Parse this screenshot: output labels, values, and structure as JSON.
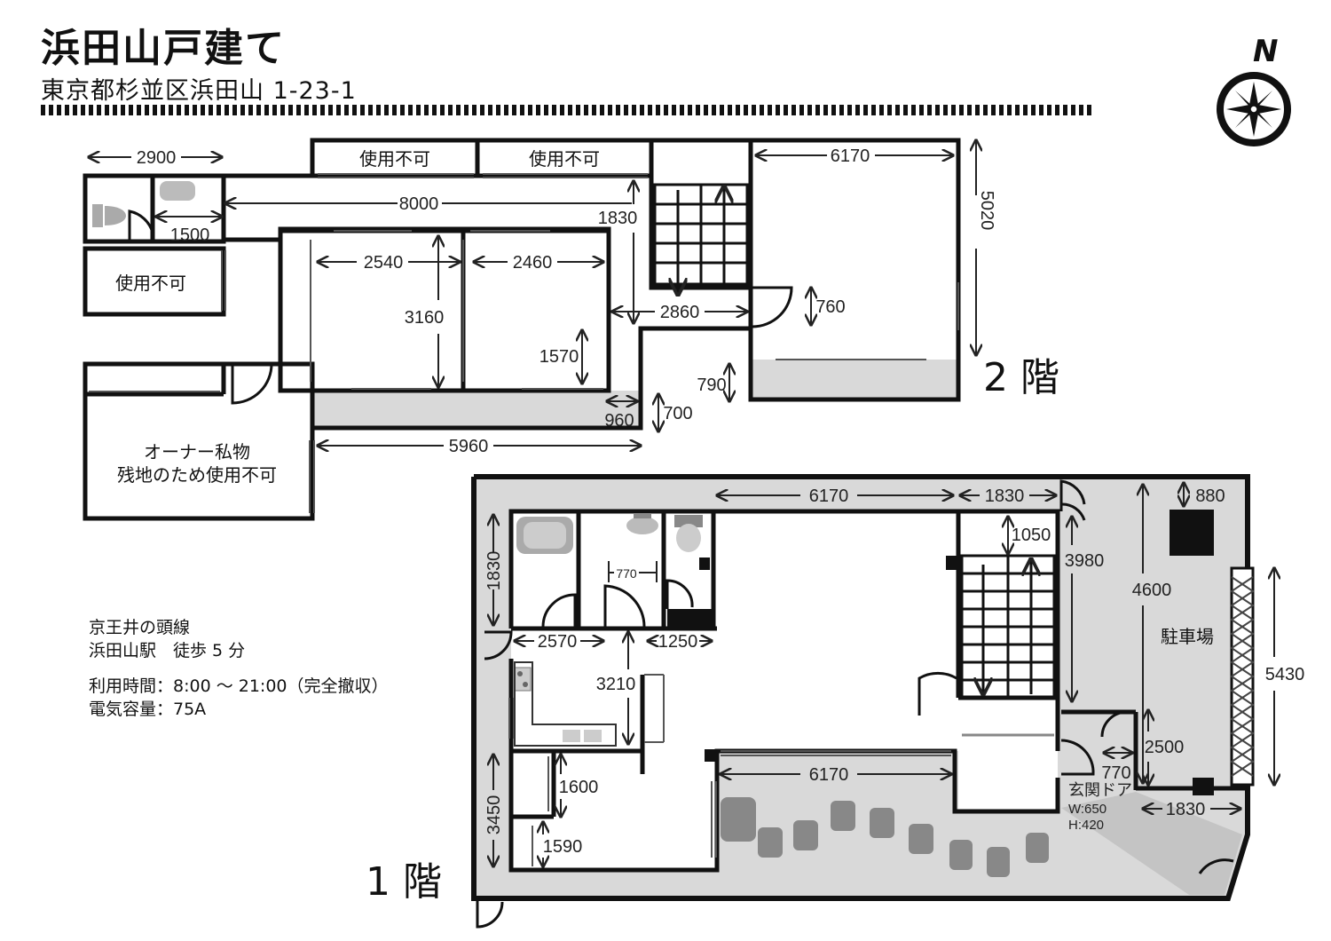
{
  "header": {
    "title": "浜田山戸建て",
    "address": "東京都杉並区浜田山 1-23-1",
    "compass_label": "N"
  },
  "floors": {
    "upper_label": "2 階",
    "lower_label": "1 階"
  },
  "upper_floor": {
    "rooms": {
      "unusable_1": "使用不可",
      "unusable_2": "使用不可",
      "unusable_3": "使用不可",
      "owner_line1": "オーナー私物",
      "owner_line2": "残地のため使用不可"
    },
    "dimensions": {
      "d2900": "2900",
      "d1500": "1500",
      "d8000": "8000",
      "d1830": "1830",
      "d2540": "2540",
      "d2460": "2460",
      "d3160": "3160",
      "d1570": "1570",
      "d2860": "2860",
      "d6170": "6170",
      "d5020": "5020",
      "d760": "760",
      "d790": "790",
      "d700": "700",
      "d960": "960",
      "d5960": "5960"
    }
  },
  "lower_floor": {
    "rooms": {
      "parking": "駐車場",
      "entrance": "玄関ドア",
      "entrance_w": "W:650",
      "entrance_h": "H:420"
    },
    "dimensions": {
      "d6170_top": "6170",
      "d1830_top": "1830",
      "d880": "880",
      "d1050": "1050",
      "d3980": "3980",
      "d4600": "4600",
      "d5430": "5430",
      "d1830_left": "1830",
      "d770_wc": "770",
      "d2570": "2570",
      "d1250": "1250",
      "d3210": "3210",
      "d6170_bottom": "6170",
      "d2500": "2500",
      "d770_ent": "770",
      "d1830_bottom": "1830",
      "d1600": "1600",
      "d1590": "1590",
      "d3450": "3450"
    }
  },
  "info": {
    "line1": "京王井の頭線",
    "line2": "浜田山駅　徒歩 5 分",
    "line3": "利用時間：8:00 ～ 21:00（完全撤収）",
    "line4": "電気容量：75A"
  },
  "colors": {
    "wall": "#111111",
    "gray_area": "#d9d9d9",
    "fixture": "#999999"
  }
}
